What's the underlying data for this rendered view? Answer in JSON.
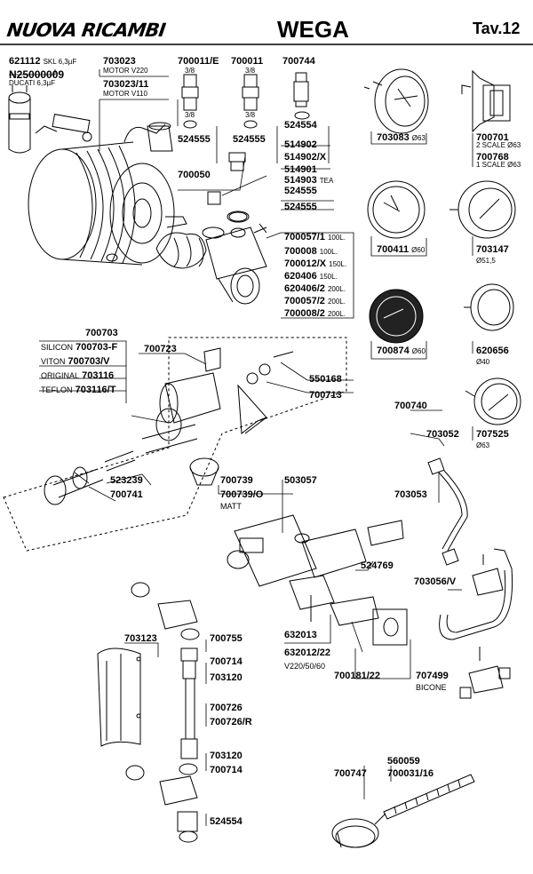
{
  "header": {
    "logo_text": "NUOVA RICAMBI",
    "title": "WEGA",
    "table": "Tav.12"
  },
  "parts": {
    "p621112": {
      "code": "621112",
      "note": "SKL 6,3µF"
    },
    "pN25000009": {
      "code": "N25000009",
      "note": "DUCATI 6,3µF"
    },
    "p703023": {
      "code": "703023",
      "note": "MOTOR V220"
    },
    "p703023_11": {
      "code": "703023/11",
      "note": "MOTOR V110"
    },
    "p700011E": {
      "code": "700011/E",
      "thread": "3/8"
    },
    "p700011": {
      "code": "700011",
      "thread": "3/8"
    },
    "p700744": {
      "code": "700744"
    },
    "p524555a": {
      "code": "524555",
      "thread": "3/8"
    },
    "p524555b": {
      "code": "524555",
      "thread": "3/8"
    },
    "p524554a": {
      "code": "524554"
    },
    "p514902": {
      "code": "514902"
    },
    "p514902X": {
      "code": "514902/X"
    },
    "p514901": {
      "code": "514901"
    },
    "p514903": {
      "code": "514903",
      "note": "TEA"
    },
    "p524555c": {
      "code": "524555"
    },
    "p524555d": {
      "code": "524555"
    },
    "p700050": {
      "code": "700050"
    },
    "pump_variants": [
      {
        "code": "700057/1",
        "note": "100L."
      },
      {
        "code": "700008",
        "note": "100L."
      },
      {
        "code": "700012/X",
        "note": "150L."
      },
      {
        "code": "620406",
        "note": "150L."
      },
      {
        "code": "620406/2",
        "note": "200L."
      },
      {
        "code": "700057/2",
        "note": "200L."
      },
      {
        "code": "700008/2",
        "note": "200L."
      }
    ],
    "p703083": {
      "code": "703083",
      "note": "Ø63"
    },
    "p700701": {
      "code": "700701",
      "note": "2 SCALE Ø63"
    },
    "p700768": {
      "code": "700768",
      "note": "1 SCALE Ø63"
    },
    "p700411": {
      "code": "700411",
      "note": "Ø60"
    },
    "p703147": {
      "code": "703147",
      "note": "Ø51,5"
    },
    "p700874": {
      "code": "700874",
      "note": "Ø60"
    },
    "p620656": {
      "code": "620656",
      "note": "Ø40"
    },
    "p707525": {
      "code": "707525",
      "note": "Ø63"
    },
    "p700703": {
      "code": "700703"
    },
    "p700703F": {
      "prefix": "SILICON",
      "code": "700703-F"
    },
    "p700703V": {
      "prefix": "VITON",
      "code": "700703/V"
    },
    "p703116": {
      "prefix": "ORIGINAL",
      "code": "703116"
    },
    "p703116T": {
      "prefix": "TEFLON",
      "code": "703116/T"
    },
    "p700723": {
      "code": "700723"
    },
    "p550168": {
      "code": "550168"
    },
    "p700713": {
      "code": "700713"
    },
    "p700740": {
      "code": "700740"
    },
    "p703052": {
      "code": "703052"
    },
    "p523239": {
      "code": "523239"
    },
    "p700741": {
      "code": "700741"
    },
    "p700739": {
      "code": "700739"
    },
    "p700739O": {
      "code": "700739/O",
      "note": "MATT"
    },
    "p503057": {
      "code": "503057"
    },
    "p703053": {
      "code": "703053"
    },
    "p524769": {
      "code": "524769"
    },
    "p703056V": {
      "code": "703056/V"
    },
    "p703123": {
      "code": "703123"
    },
    "p700755": {
      "code": "700755"
    },
    "p700714a": {
      "code": "700714"
    },
    "p703120a": {
      "code": "703120"
    },
    "p700726": {
      "code": "700726"
    },
    "p700726R": {
      "code": "700726/R"
    },
    "p703120b": {
      "code": "703120"
    },
    "p700714b": {
      "code": "700714"
    },
    "p524554b": {
      "code": "524554"
    },
    "p632013": {
      "code": "632013"
    },
    "p632012_22": {
      "code": "632012/22",
      "note": "V220/50/60"
    },
    "p700181_22": {
      "code": "700181/22"
    },
    "p707499": {
      "code": "707499",
      "note": "BICONE"
    },
    "p560059": {
      "code": "560059"
    },
    "p700747": {
      "code": "700747"
    },
    "p700031_16": {
      "code": "700031/16"
    }
  }
}
